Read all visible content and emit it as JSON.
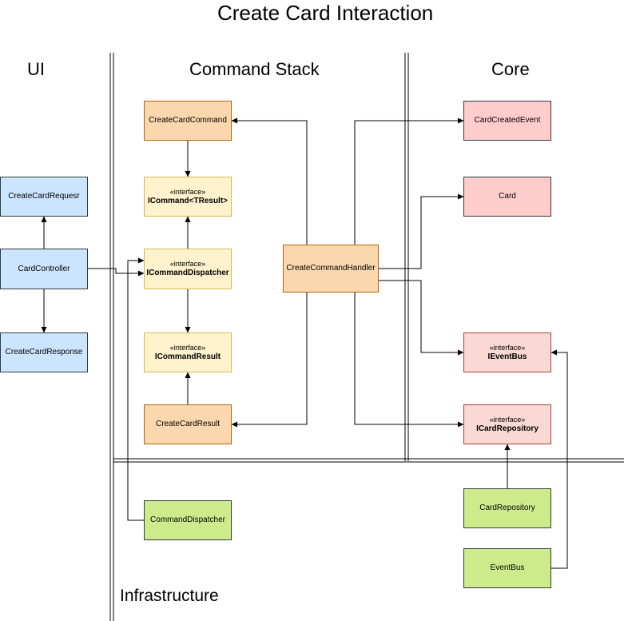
{
  "title": "Create Card Interaction",
  "lanes": {
    "ui": "UI",
    "command_stack": "Command Stack",
    "core": "Core",
    "infrastructure": "Infrastructure"
  },
  "stereotype": "«interface»",
  "nodes": {
    "create_card_requesr": "CreateCardRequesr",
    "card_controller": "CardController",
    "create_card_response": "CreateCardResponse",
    "create_card_command": "CreateCardCommand",
    "icommand": "ICommand<TResult>",
    "icommand_dispatcher": "ICommandDispatcher",
    "icommand_result": "ICommandResult",
    "create_card_result": "CreateCardResult",
    "create_command_handler": "CreateCommandHandler",
    "card_created_event": "CardCreatedEvent",
    "card": "Card",
    "ievent_bus": "IEventBus",
    "icard_repository": "ICardRepository",
    "command_dispatcher": "CommandDispatcher",
    "card_repository": "CardRepository",
    "event_bus": "EventBus"
  },
  "colors": {
    "ui_fill": "#cce5ff",
    "command_fill": "#fad7ac",
    "interface_fill": "#fff2cc",
    "core_fill": "#ffcccc",
    "core_interface_fill": "#fad9d5",
    "infrastructure_fill": "#cdeb8b"
  }
}
